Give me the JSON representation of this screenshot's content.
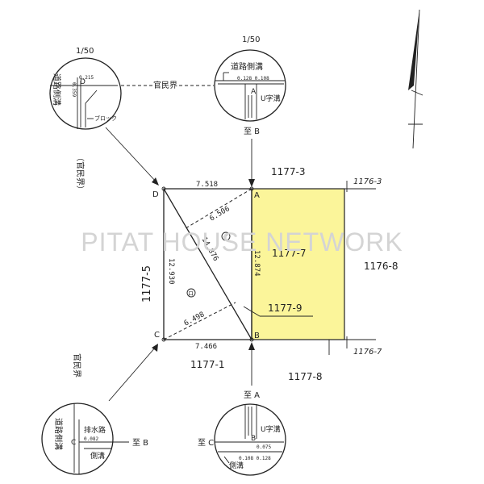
{
  "watermark": "PITAT HOUSE NETWORK",
  "colors": {
    "highlight": "#fbf59a",
    "line": "#222222",
    "watermark": "#d4d4d4"
  },
  "points": {
    "a": "A",
    "b": "B",
    "c": "C",
    "d": "D"
  },
  "lots": {
    "north": "1177-3",
    "north_east": "1176-3",
    "west": "1177-5",
    "east": "1176-8",
    "south": "1177-1",
    "south_east": "1176-7",
    "south_south_east": "1177-8",
    "subject": "1177-7",
    "pointer_lot": "1177-9"
  },
  "dimensions": {
    "top": "7.518",
    "bottom": "7.466",
    "left": "12.930",
    "right": "12.874",
    "diagonal": "14.876",
    "tri_upper": "6.506",
    "tri_lower": "6.498"
  },
  "triangles": {
    "upper": "イ",
    "lower": "ロ"
  },
  "north_arrow_icon": "north-arrow-icon",
  "details": {
    "top_left": {
      "scale": "1/50",
      "point": "D",
      "road": "道路側溝",
      "block": "ブロック",
      "dim_a": "0.215",
      "dim_b": "0.359",
      "boundary": "官民界",
      "bracket_vertical": "（官民界）"
    },
    "top_right": {
      "scale": "1/50",
      "road": "道路側溝",
      "point": "A",
      "uditch": "U字溝",
      "dims": "0.128 0.108",
      "direction": "至 B"
    },
    "bottom_left": {
      "road": "道路側溝",
      "drain": "排水路",
      "point": "C",
      "dim": "0.082",
      "side": "側溝",
      "direction": "至 B",
      "boundary_vertical": "官民界"
    },
    "bottom_right": {
      "direction_top": "至 A",
      "point": "B",
      "uditch": "U字溝",
      "dim": "0.075",
      "direction_left": "至 C",
      "dims": "0.108 0.128",
      "side": "側溝"
    }
  }
}
